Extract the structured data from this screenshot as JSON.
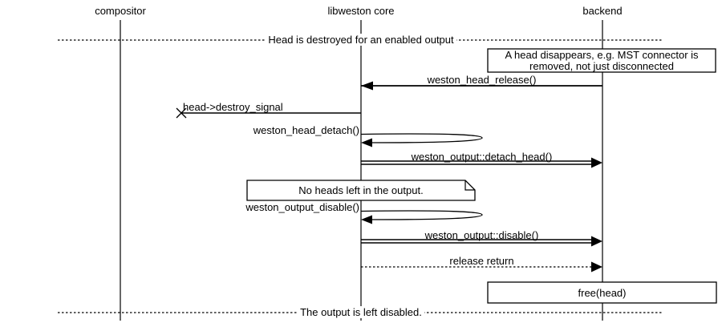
{
  "actors": {
    "compositor": "compositor",
    "libweston": "libweston core",
    "backend": "backend"
  },
  "dividers": {
    "top": "Head is destroyed for an enabled output",
    "bottom": "The output is left disabled."
  },
  "notes": {
    "head_disappears": {
      "line1": "A head disappears, e.g. MST connector is",
      "line2": "removed, not just disconnected"
    },
    "no_heads": "No heads left in the output.",
    "free_head": "free(head)"
  },
  "messages": {
    "head_release": "weston_head_release()",
    "destroy_signal": "head->destroy_signal",
    "head_detach": "weston_head_detach()",
    "detach_head": "weston_output::detach_head()",
    "output_disable": "weston_output_disable()",
    "output_disable_call": "weston_output::disable()",
    "release_return": "release return"
  },
  "colors": {
    "line": "#000000",
    "background": "#ffffff"
  }
}
